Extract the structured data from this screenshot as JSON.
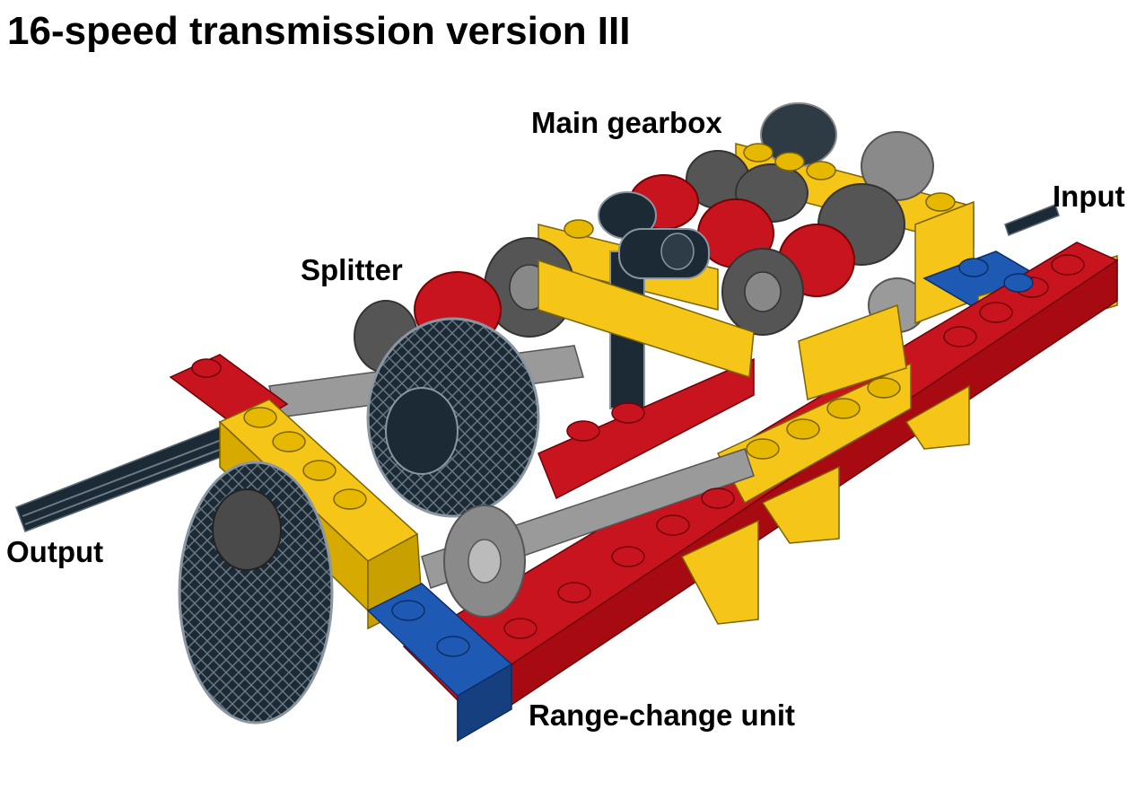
{
  "title": "16-speed transmission version III",
  "labels": {
    "main_gearbox": "Main gearbox",
    "input": "Input",
    "splitter": "Splitter",
    "output": "Output",
    "range_change_unit": "Range-change unit"
  },
  "colors": {
    "red": "#c8141e",
    "yellow": "#f5c518",
    "blue": "#1e5ab4",
    "dark_gray": "#3c3c3c",
    "light_gray": "#a0a0a0",
    "black_blue": "#1c2a36"
  }
}
